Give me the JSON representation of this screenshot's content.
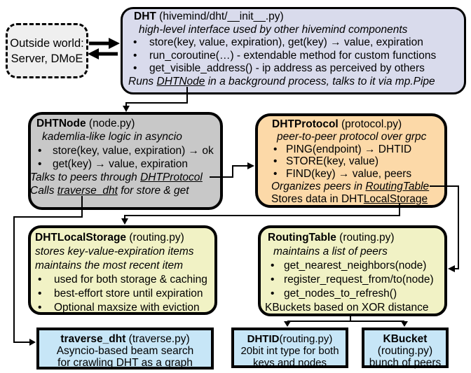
{
  "ui": {
    "bullet": "•"
  },
  "colors": {
    "dht_fill": "#d9dbec",
    "node_fill": "#c8c8c8",
    "protocol_fill": "#fcd9a8",
    "storage_fill": "#f1f2c5",
    "routing_fill": "#f1f2c5",
    "leaf_fill": "#c7e6f7",
    "outside_fill": "#efefef",
    "line_color": "#000000"
  },
  "boxes": {
    "outside": {
      "line1": "Outside world:",
      "line2": "Server, DMoE"
    },
    "dht": {
      "title_bold": "DHT",
      "title_rest": " (hivemind/dht/__init__.py)",
      "subtitle": "high-level interface used by other hivemind components",
      "bullets": [
        "store(key, value, expiration), get(key) → value, expiration",
        "run_coroutine(…) - extendable method for custom functions",
        "get_visible_address() - ip address as perceived by others"
      ],
      "footer": {
        "prefix": "Runs ",
        "link": "DHTNode",
        "suffix": " in a background process, talks to it via mp.Pipe"
      }
    },
    "node": {
      "title_bold": "DHTNode",
      "title_rest": " (node.py)",
      "subtitle": "kademlia-like logic in asyncio",
      "bullets": [
        "store(key, value, expiration) → ok",
        "get(key) → value, expiration"
      ],
      "footer1": {
        "prefix": "Talks to peers through ",
        "link": "DHTProtocol",
        "suffix": ""
      },
      "footer2": {
        "prefix": "Calls ",
        "link": "traverse_dht",
        "suffix": " for store & get"
      }
    },
    "protocol": {
      "title_bold": "DHTProtocol",
      "title_rest": " (protocol.py)",
      "subtitle": "peer-to-peer protocol over grpc",
      "bullets": [
        "PING(endpoint) → DHTID",
        "STORE(key, value)",
        "FIND(key) → value, peers"
      ],
      "footer1": {
        "prefix": "Organizes peers in ",
        "link": "RoutingTable",
        "suffix": ""
      },
      "footer2": {
        "prefix": "Stores data in DHT",
        "link": "LocalStorage",
        "suffix": ""
      }
    },
    "storage": {
      "title_bold": "DHTLocalStorage",
      "title_rest": " (routing.py)",
      "subtitle1": "stores key-value-expiration items",
      "subtitle2": "maintains the most recent item",
      "bullets": [
        "used for both storage & caching",
        "best-effort store until expiration",
        "Optional maxsize with eviction"
      ]
    },
    "routing": {
      "title_bold": "RoutingTable",
      "title_rest": " (routing.py)",
      "subtitle": "maintains a list of peers",
      "bullets": [
        "get_nearest_neighbors(node)",
        "register_request_from/to(node)",
        "get_nodes_to_refresh()"
      ],
      "footer": "KBuckets based on XOR distance"
    },
    "traverse": {
      "title_bold": "traverse_dht",
      "title_rest": " (traverse.py)",
      "line1": "Asyncio-based beam search",
      "line2": "for crawling DHT as a graph"
    },
    "dhtid": {
      "title_bold": "DHTID",
      "title_rest": "(routing.py)",
      "line1": "20bit int type for both",
      "line2": "keys and nodes"
    },
    "kbucket": {
      "title_bold": "KBucket",
      "line1": "(routing.py)",
      "line2": "bunch of peers"
    }
  }
}
